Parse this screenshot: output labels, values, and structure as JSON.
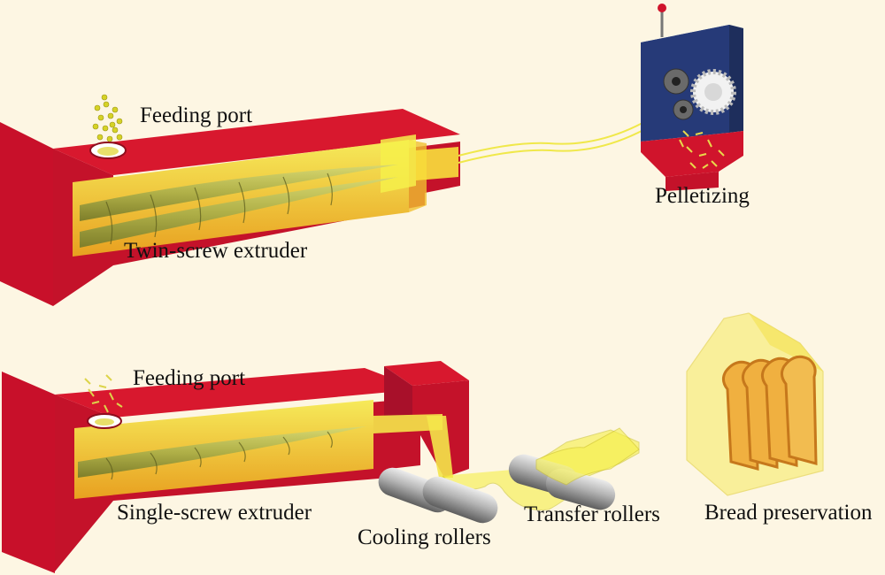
{
  "labels": {
    "feeding_port_top": "Feeding port",
    "twin_screw": "Twin-screw extruder",
    "pelletizing": "Pelletizing",
    "feeding_port_bottom": "Feeding port",
    "single_screw": "Single-screw extruder",
    "cooling_rollers": "Cooling rollers",
    "transfer_rollers": "Transfer rollers",
    "bread_preservation": "Bread preservation"
  },
  "colors": {
    "background": "#fdf6e3",
    "extruder_red": "#d0142c",
    "extruder_dark": "#8e0d1d",
    "melt_yellow": "#f4e64a",
    "melt_orange": "#e8a020",
    "screw_green": "#b4b84a",
    "pelletizer_blue": "#263a78",
    "roller_gray": "#a8a8a8",
    "film_yellow": "#f2ee3a",
    "bread_orange": "#e89a30"
  }
}
